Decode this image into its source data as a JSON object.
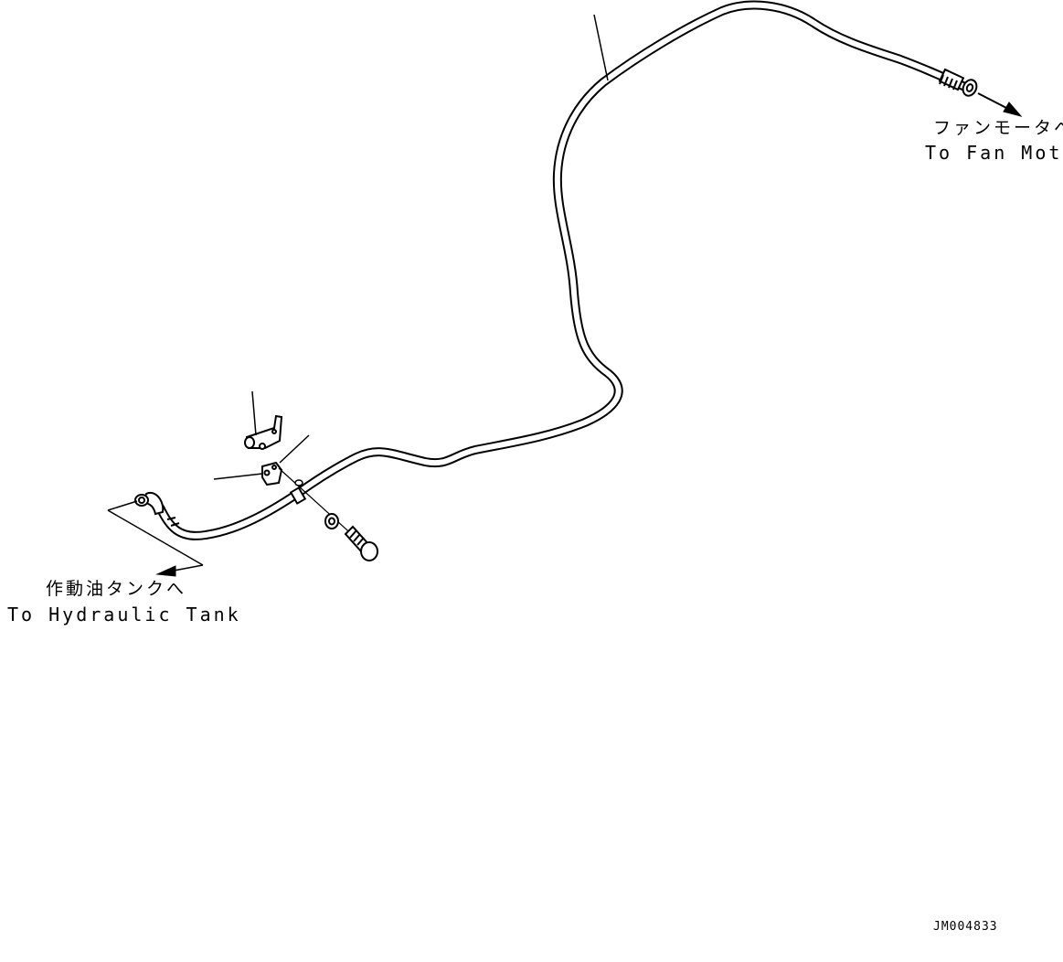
{
  "fan_motor": {
    "label_jp": "ファンモータへ",
    "label_en": "To Fan Motor"
  },
  "hydraulic_tank": {
    "label_jp": "作動油タンクへ",
    "label_en": "To Hydraulic Tank"
  },
  "drawing_id": "JM004833",
  "colors": {
    "line": "#000000",
    "background": "#ffffff"
  }
}
